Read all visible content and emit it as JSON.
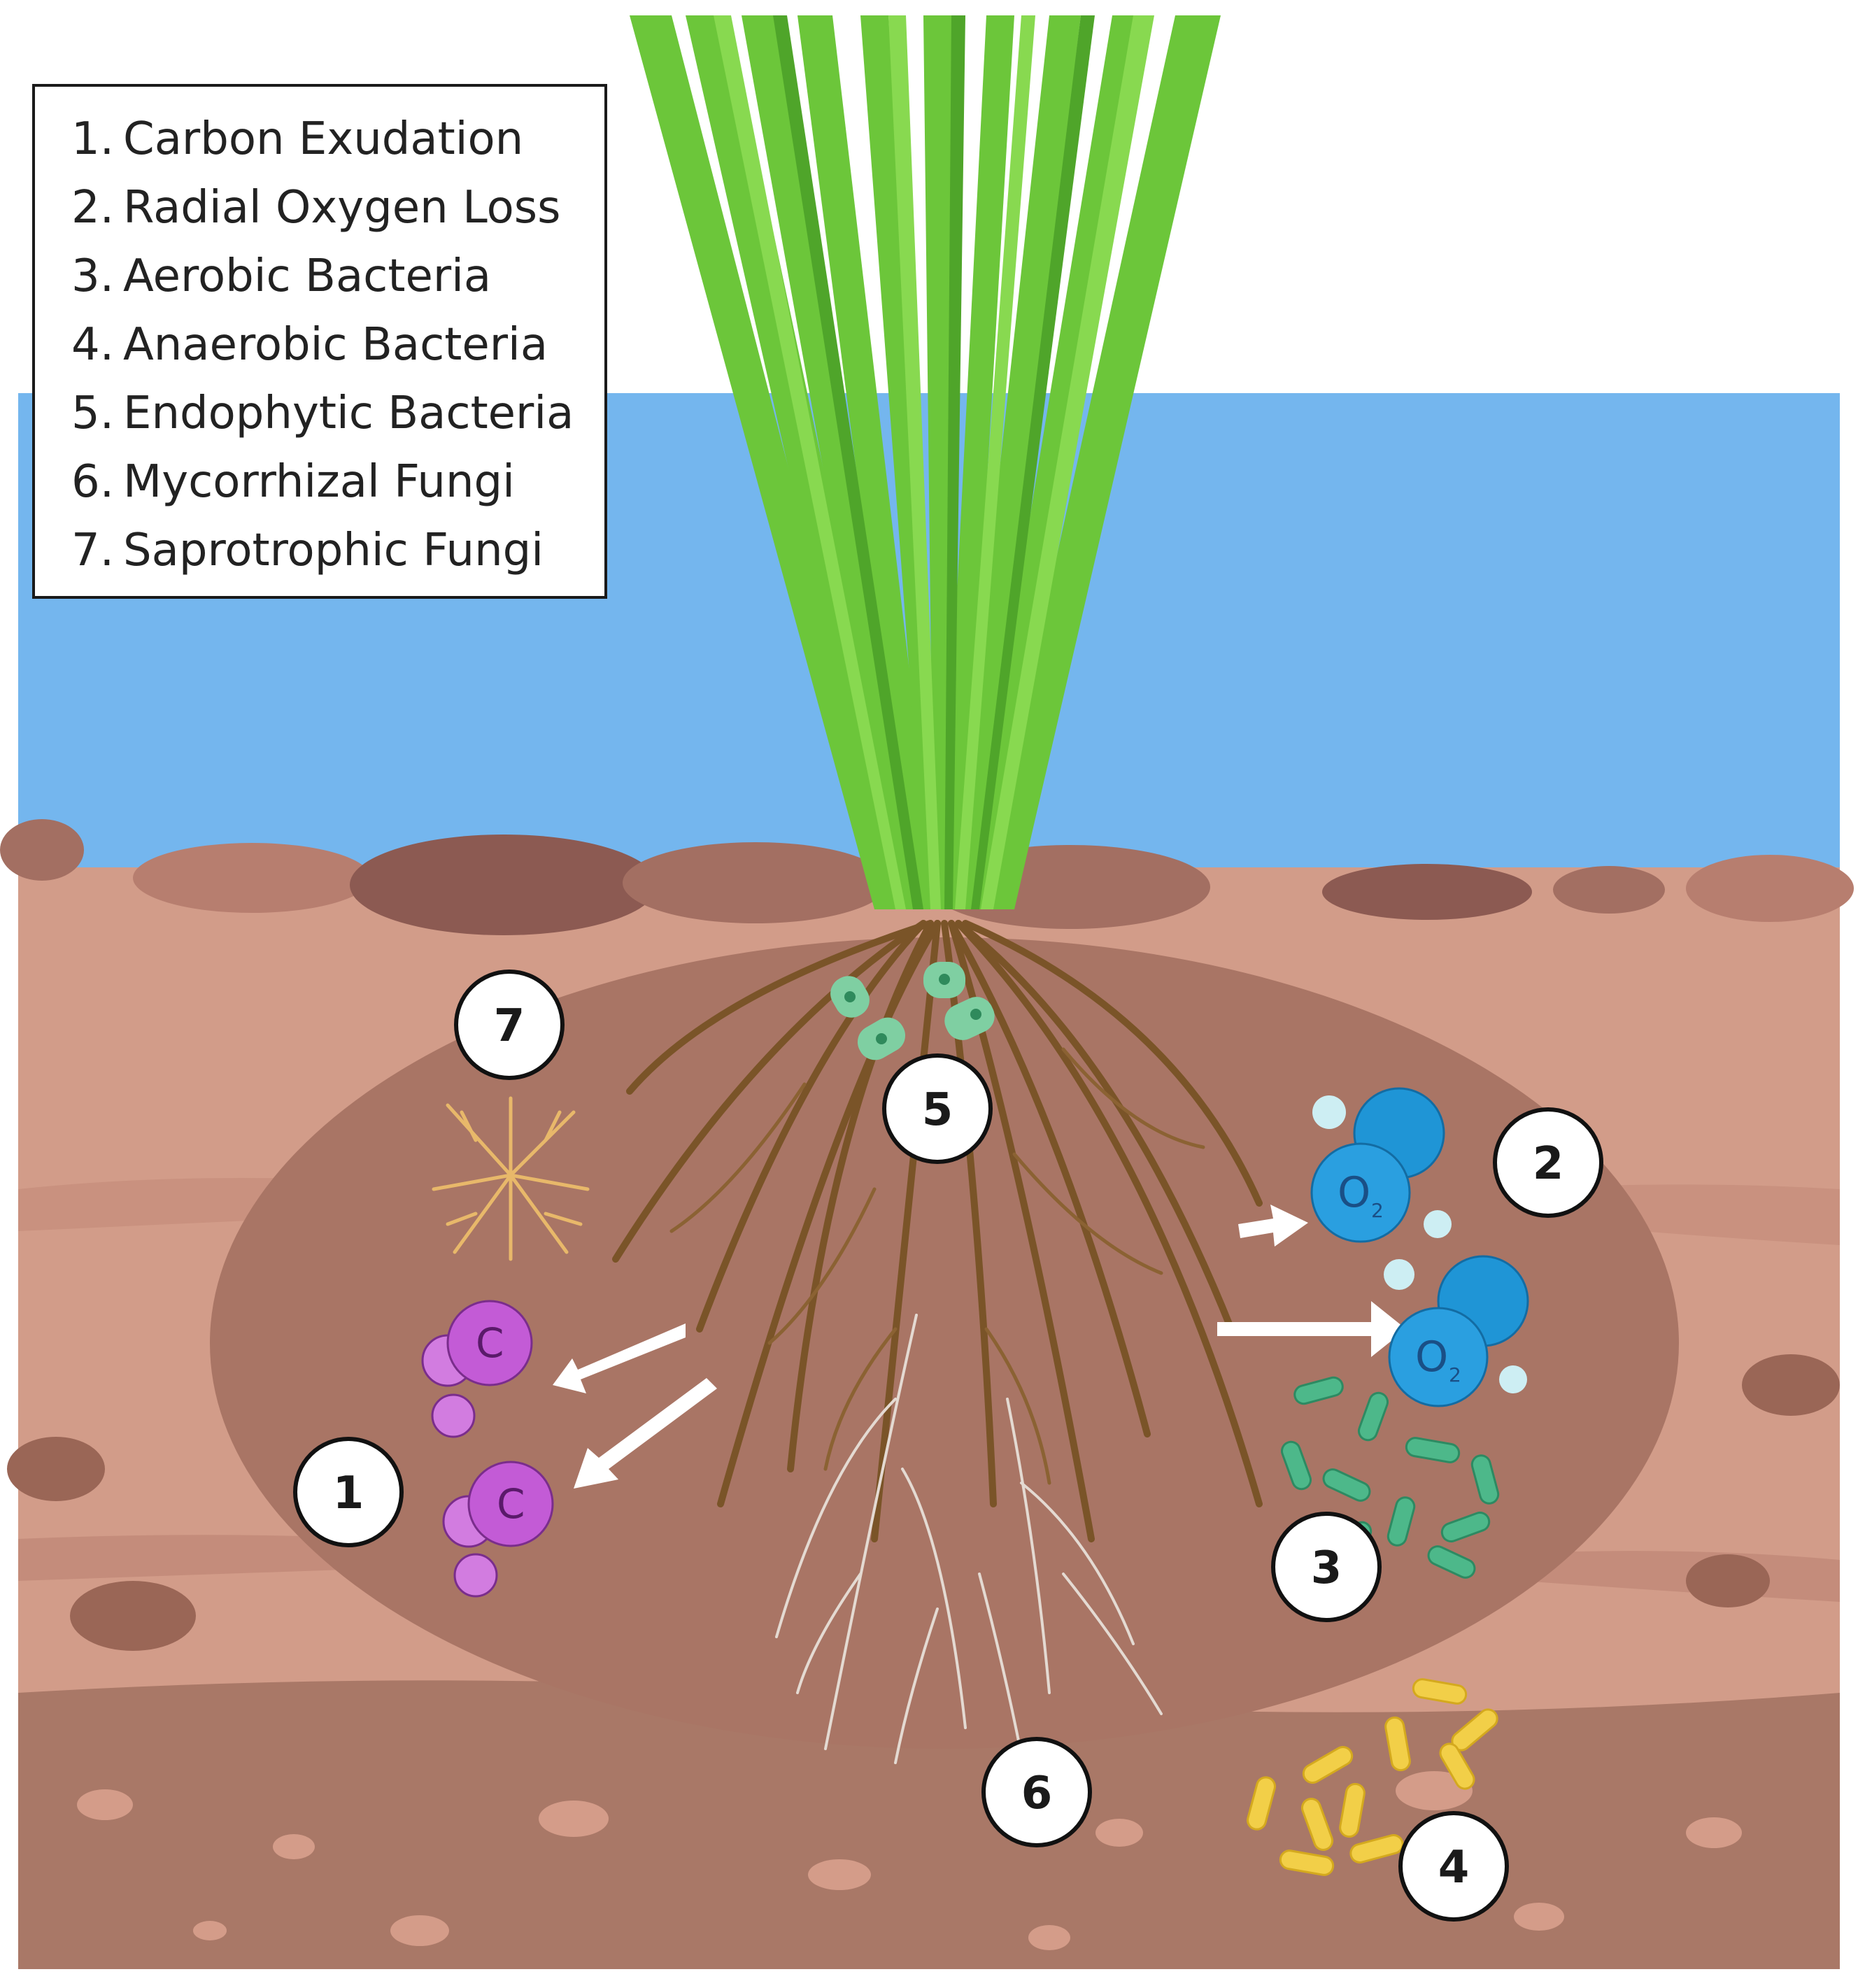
{
  "legend": {
    "items": [
      {
        "num": "1.",
        "label": "Carbon Exudation"
      },
      {
        "num": "2.",
        "label": "Radial Oxygen Loss"
      },
      {
        "num": "3.",
        "label": "Aerobic Bacteria"
      },
      {
        "num": "4.",
        "label": "Anaerobic Bacteria"
      },
      {
        "num": "5.",
        "label": "Endophytic Bacteria"
      },
      {
        "num": "6.",
        "label": "Mycorrhizal Fungi"
      },
      {
        "num": "7.",
        "label": "Saprotrophic Fungi"
      }
    ]
  },
  "markers": {
    "m1": "1",
    "m2": "2",
    "m3": "3",
    "m4": "4",
    "m5": "5",
    "m6": "6",
    "m7": "7"
  },
  "molecules": {
    "oxygen": "O",
    "oxygen_sub": "2",
    "carbon": "C"
  },
  "colors": {
    "water": "#74b6ee",
    "soil_upper": "#d09a88",
    "soil_lower": "#a97867",
    "rhizosphere": "#a97565",
    "leaf": "#6cc63a",
    "root": "#7a5428",
    "oxygen": "#2a9fe0",
    "carbon": "#c35bd6",
    "aerobic": "#4db88a",
    "anaerobic": "#f2cf48",
    "fungi_sapro": "#e8b86a"
  }
}
